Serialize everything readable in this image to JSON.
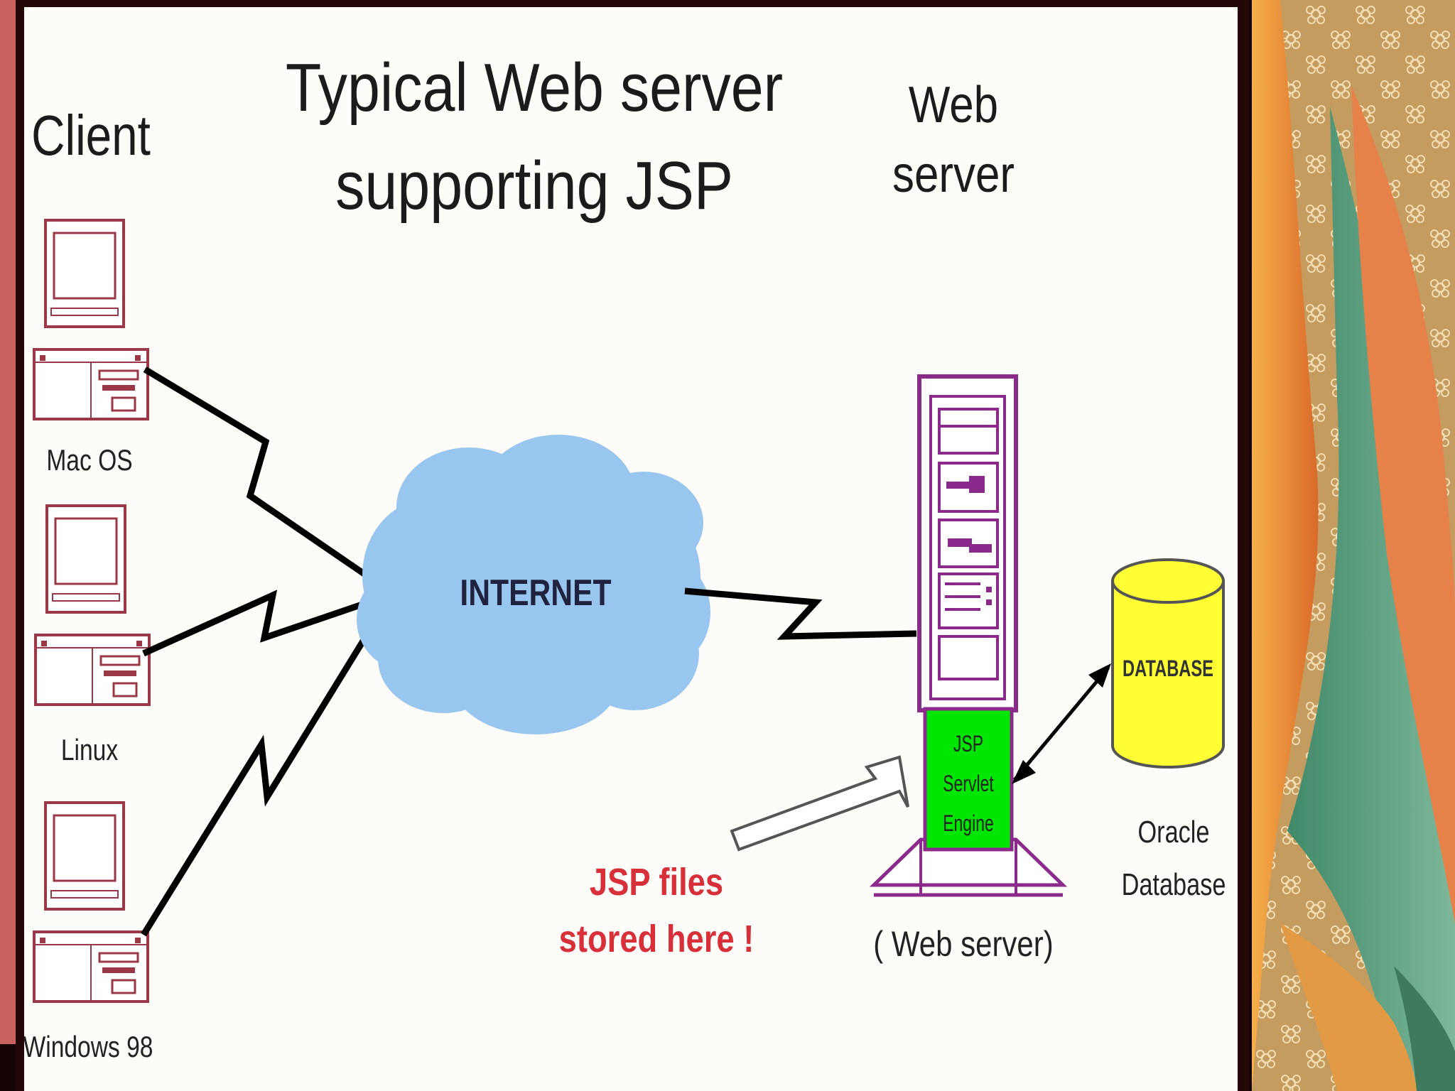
{
  "diagram": {
    "title_line1": "Typical Web server",
    "title_line2": "supporting JSP",
    "client_heading": "Client",
    "server_heading_line1": "Web",
    "server_heading_line2": "server",
    "clients": [
      {
        "label": "Mac OS"
      },
      {
        "label": "Linux"
      },
      {
        "label": "Windows 98"
      }
    ],
    "internet_label": "INTERNET",
    "engine_line1": "JSP",
    "engine_line2": "Servlet",
    "engine_line3": "Engine",
    "web_server_caption": "( Web server)",
    "database_label": "DATABASE",
    "database_caption_line1": "Oracle",
    "database_caption_line2": "Database",
    "note_line1": "JSP files",
    "note_line2": "stored here !"
  },
  "colors": {
    "cloud": "#99c6ee",
    "engine": "#00e600",
    "database": "#ffff33",
    "note_text": "#d8303a",
    "server_outline": "#8a2a8a",
    "computer_outline": "#9a3848"
  }
}
